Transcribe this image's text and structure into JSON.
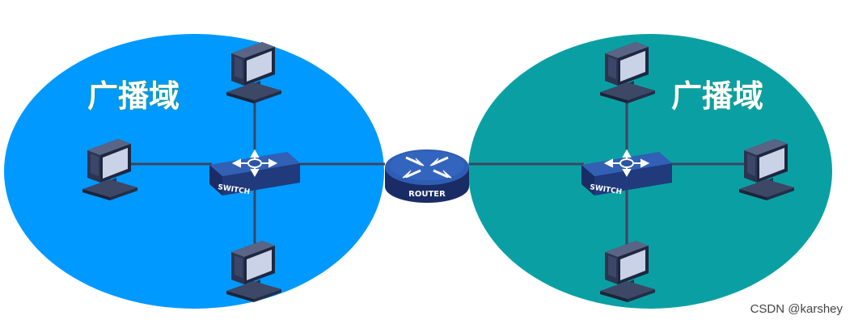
{
  "domains": [
    {
      "label": "广播域",
      "color": "#0099ff"
    },
    {
      "label": "广播域",
      "color": "#0aa0a3"
    }
  ],
  "switch_label": "SWITCH",
  "router_label": "ROUTER",
  "watermark": "CSDN @karshey"
}
